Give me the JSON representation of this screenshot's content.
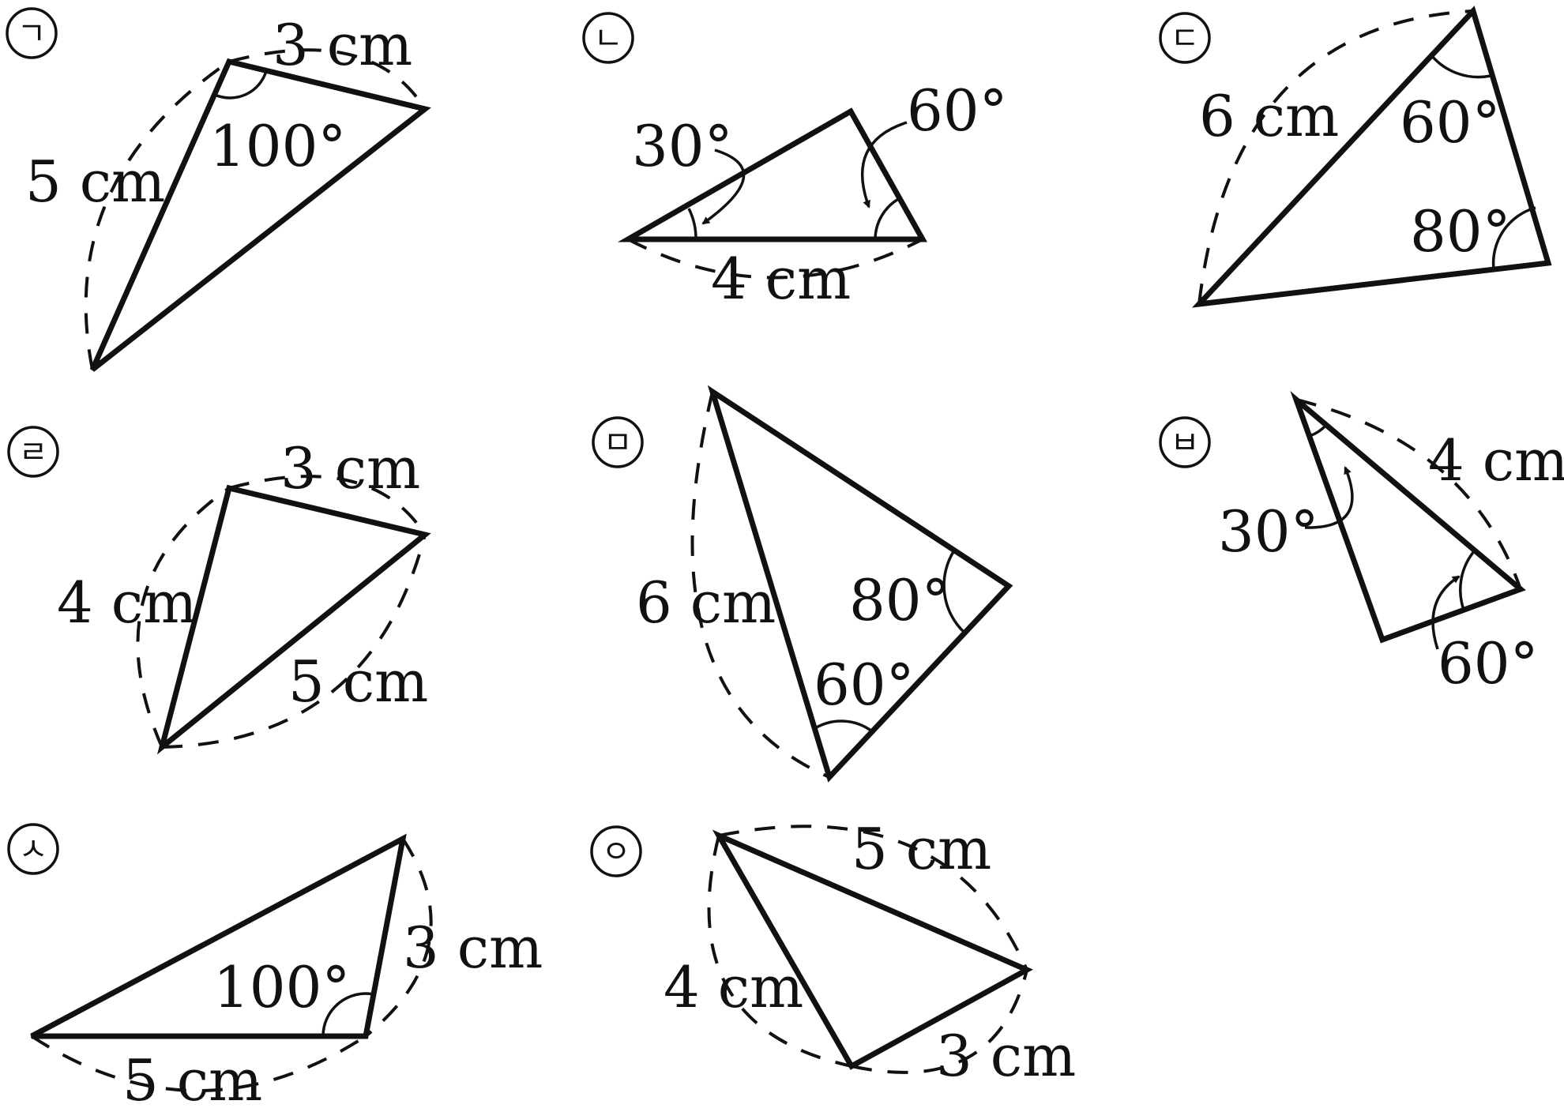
{
  "figures": [
    {
      "id": "ga",
      "mark": "ㄱ",
      "labels": [
        "3 cm",
        "5 cm",
        "100°"
      ]
    },
    {
      "id": "na",
      "mark": "ㄴ",
      "labels": [
        "30°",
        "60°",
        "4 cm"
      ]
    },
    {
      "id": "da",
      "mark": "ㄷ",
      "labels": [
        "6 cm",
        "60°",
        "80°"
      ]
    },
    {
      "id": "ra",
      "mark": "ㄹ",
      "labels": [
        "3 cm",
        "4 cm",
        "5 cm"
      ]
    },
    {
      "id": "ma",
      "mark": "ㅁ",
      "labels": [
        "6 cm",
        "80°",
        "60°"
      ]
    },
    {
      "id": "ba",
      "mark": "ㅂ",
      "labels": [
        "4 cm",
        "30°",
        "60°"
      ]
    },
    {
      "id": "sa",
      "mark": "ㅅ",
      "labels": [
        "3 cm",
        "100°",
        "5 cm"
      ]
    },
    {
      "id": "nga",
      "mark": "ㅇ",
      "labels": [
        "5 cm",
        "4 cm",
        "3 cm"
      ]
    }
  ]
}
